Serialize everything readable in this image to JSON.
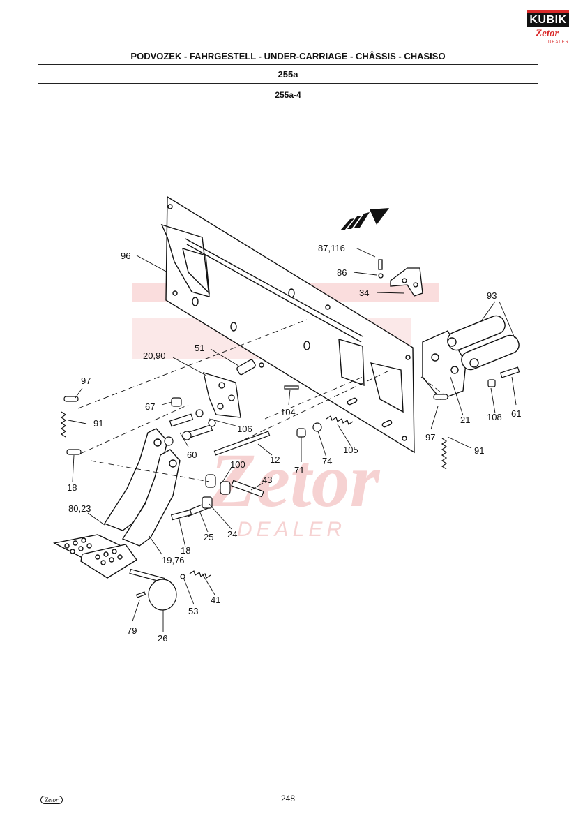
{
  "header": {
    "logo_text": "KUBIK",
    "logo_brand": "Zetor",
    "logo_subtext": "DEALER",
    "title": "PODVOZEK - FAHRGESTELL - UNDER-CARRIAGE - CHÂSSIS - CHASISO",
    "section": "255a",
    "subsection": "255a-4"
  },
  "watermark": {
    "brand": "Zetor",
    "subtext": "DEALER",
    "color": "#e06060"
  },
  "callouts": [
    {
      "id": "96",
      "label": "96"
    },
    {
      "id": "87_116",
      "label": "87,116"
    },
    {
      "id": "86",
      "label": "86"
    },
    {
      "id": "34",
      "label": "34"
    },
    {
      "id": "93",
      "label": "93"
    },
    {
      "id": "51",
      "label": "51"
    },
    {
      "id": "20_90",
      "label": "20,90"
    },
    {
      "id": "97a",
      "label": "97"
    },
    {
      "id": "67",
      "label": "67"
    },
    {
      "id": "104",
      "label": "104"
    },
    {
      "id": "91a",
      "label": "91"
    },
    {
      "id": "106",
      "label": "106"
    },
    {
      "id": "60",
      "label": "60"
    },
    {
      "id": "12",
      "label": "12"
    },
    {
      "id": "71",
      "label": "71"
    },
    {
      "id": "74",
      "label": "74"
    },
    {
      "id": "105",
      "label": "105"
    },
    {
      "id": "21",
      "label": "21"
    },
    {
      "id": "108",
      "label": "108"
    },
    {
      "id": "61",
      "label": "61"
    },
    {
      "id": "97b",
      "label": "97"
    },
    {
      "id": "91b",
      "label": "91"
    },
    {
      "id": "18a",
      "label": "18"
    },
    {
      "id": "100",
      "label": "100"
    },
    {
      "id": "43",
      "label": "43"
    },
    {
      "id": "80_23",
      "label": "80,23"
    },
    {
      "id": "25",
      "label": "25"
    },
    {
      "id": "24",
      "label": "24"
    },
    {
      "id": "18b",
      "label": "18"
    },
    {
      "id": "19_76",
      "label": "19,76"
    },
    {
      "id": "41",
      "label": "41"
    },
    {
      "id": "53",
      "label": "53"
    },
    {
      "id": "79",
      "label": "79"
    },
    {
      "id": "26",
      "label": "26"
    }
  ],
  "footer": {
    "page_number": "248",
    "logo_text": "Zetor"
  }
}
